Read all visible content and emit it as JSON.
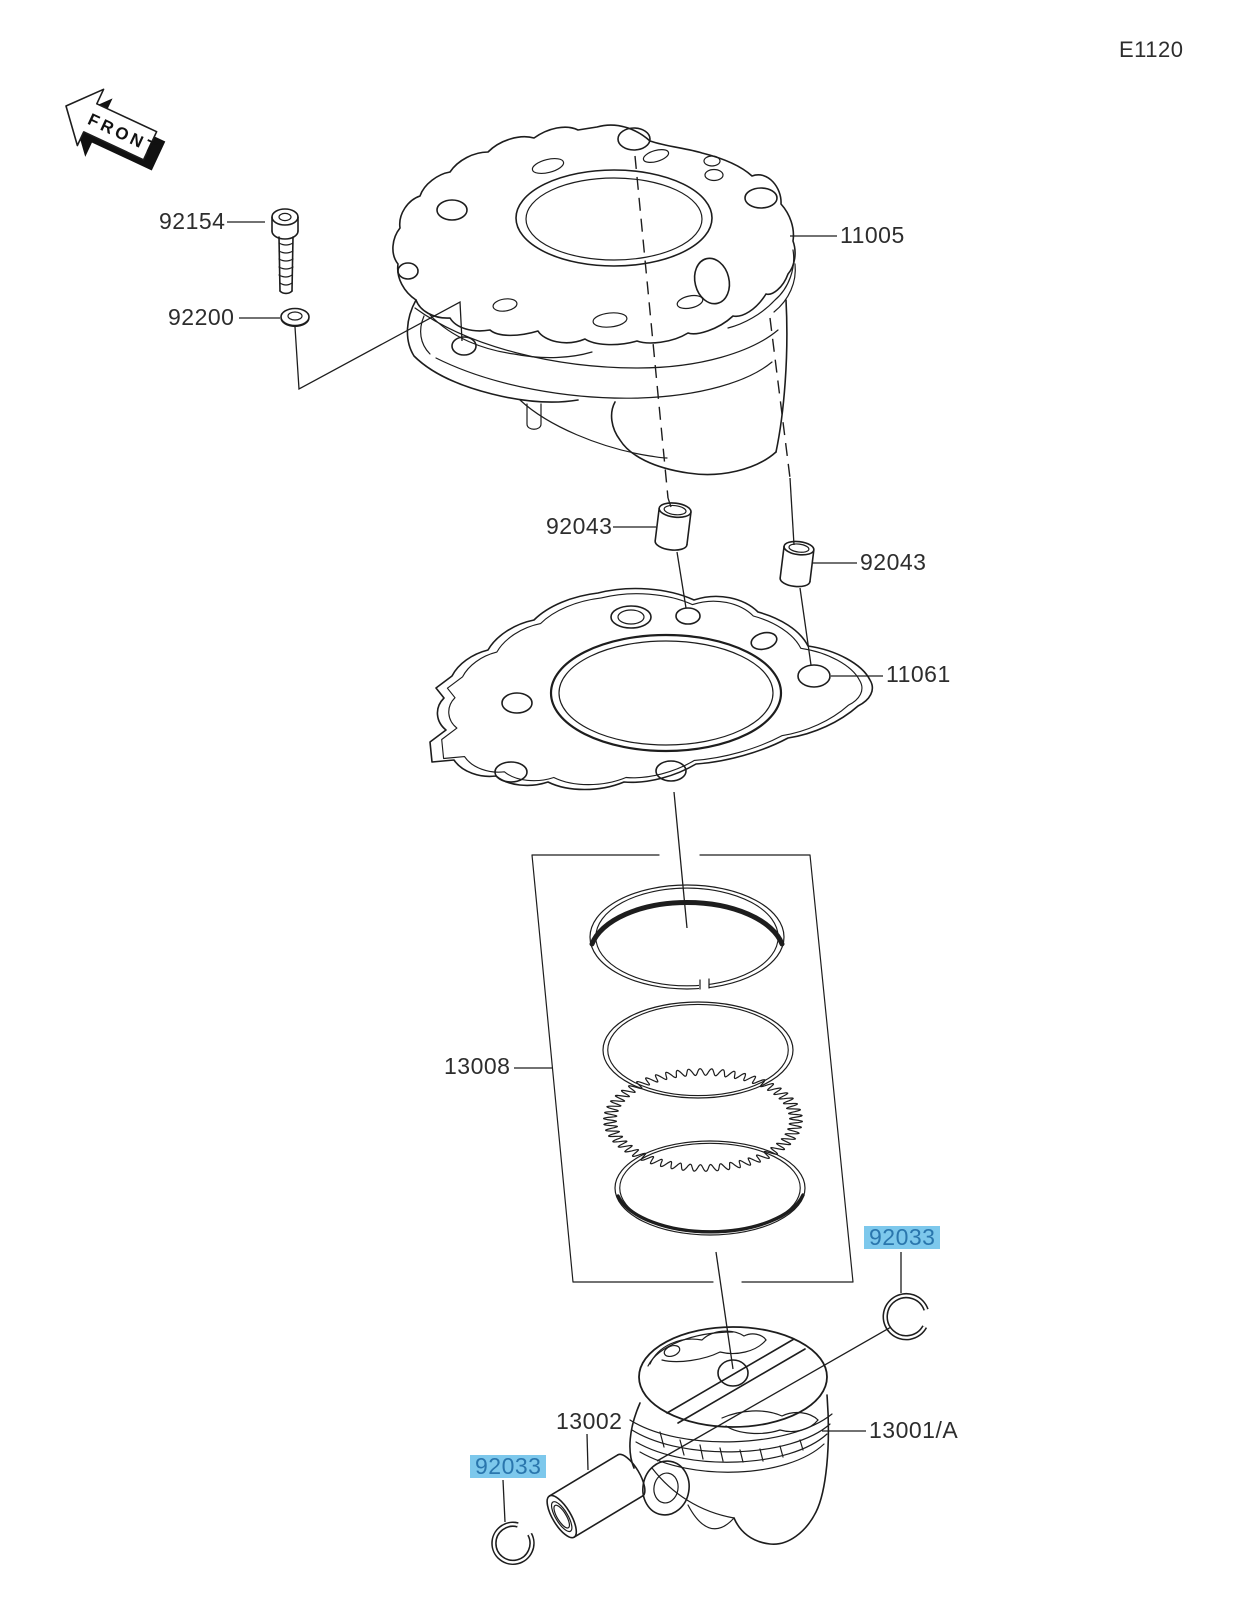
{
  "diagram_code": "E1120",
  "front_arrow": {
    "label": "FRONT"
  },
  "colors": {
    "line": "#1d1d1d",
    "label_text": "#2d2d2d",
    "highlight_bg": "#7dc8ec",
    "highlight_text": "#2a76ad",
    "background": "#ffffff"
  },
  "part_labels": {
    "bolt": "92154",
    "washer": "92200",
    "cylinder": "11005",
    "dowel_left": "92043",
    "dowel_right": "92043",
    "gasket": "11061",
    "ring_set": "13008",
    "circlip_upper": "92033",
    "circlip_lower": "92033",
    "piston_pin": "13002",
    "piston": "13001/A"
  }
}
